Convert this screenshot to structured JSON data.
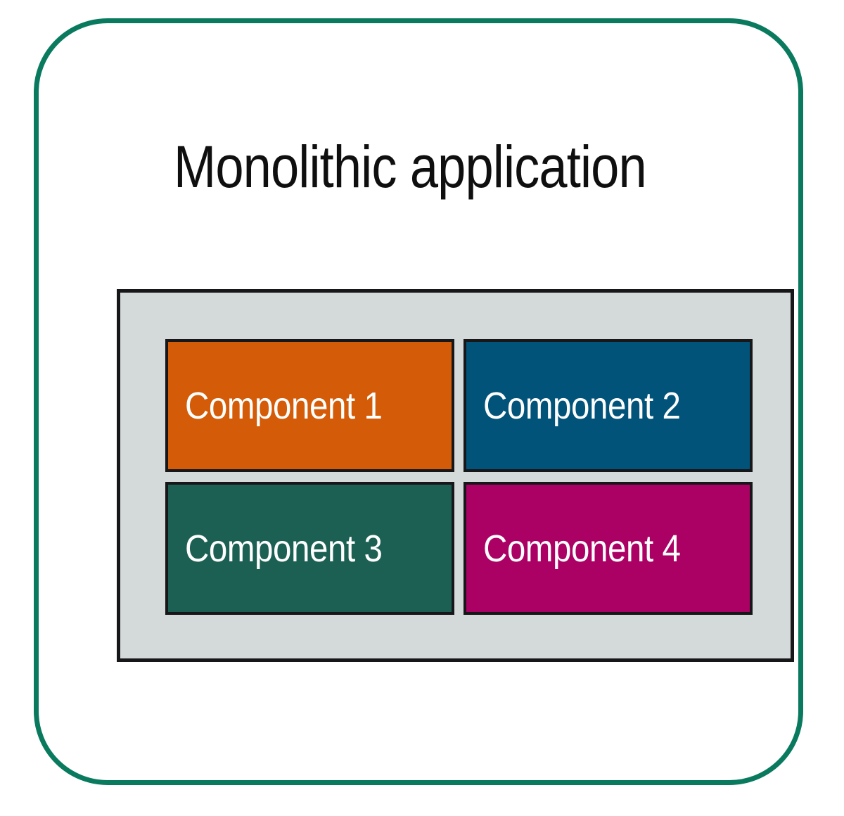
{
  "diagram": {
    "title": "Monolithic application",
    "outer_frame": {
      "name": "monolithic-application-boundary",
      "border_color": "#0a7a5f",
      "fill_color": "#ffffff"
    },
    "container": {
      "name": "application-container",
      "fill_color": "#d4d9d9",
      "border_color": "#17171a"
    },
    "components": [
      {
        "id": "component-1",
        "label": "Component 1",
        "fill_color": "#d45b07",
        "text_color": "#ffffff",
        "border_color": "#17171a",
        "position": "top-left"
      },
      {
        "id": "component-2",
        "label": "Component 2",
        "fill_color": "#01537a",
        "text_color": "#ffffff",
        "border_color": "#17171a",
        "position": "top-right"
      },
      {
        "id": "component-3",
        "label": "Component 3",
        "fill_color": "#1c6054",
        "text_color": "#ffffff",
        "border_color": "#17171a",
        "position": "bottom-left"
      },
      {
        "id": "component-4",
        "label": "Component 4",
        "fill_color": "#ac0164",
        "text_color": "#ffffff",
        "border_color": "#17171a",
        "position": "bottom-right"
      }
    ]
  }
}
